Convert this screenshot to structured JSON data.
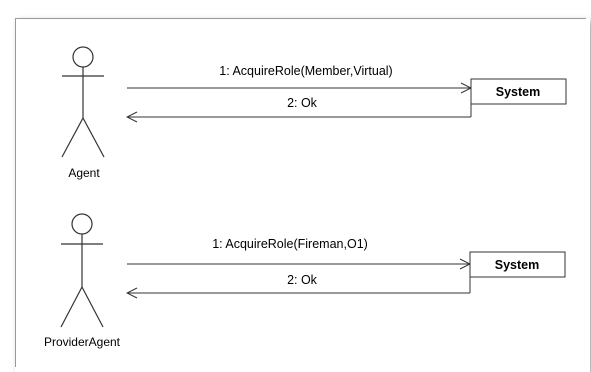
{
  "diagrams": [
    {
      "actor": {
        "name": "Agent"
      },
      "system": {
        "label": "System"
      },
      "messages": [
        {
          "label": "1: AcquireRole(Member,Virtual)",
          "direction": "to-system"
        },
        {
          "label": "2: Ok",
          "direction": "to-actor"
        }
      ]
    },
    {
      "actor": {
        "name": "ProviderAgent"
      },
      "system": {
        "label": "System"
      },
      "messages": [
        {
          "label": "1: AcquireRole(Fireman,O1)",
          "direction": "to-system"
        },
        {
          "label": "2: Ok",
          "direction": "to-actor"
        }
      ]
    }
  ],
  "colors": {
    "line": "#333333",
    "panel_border": "#9a9a9a",
    "background": "#ffffff"
  }
}
